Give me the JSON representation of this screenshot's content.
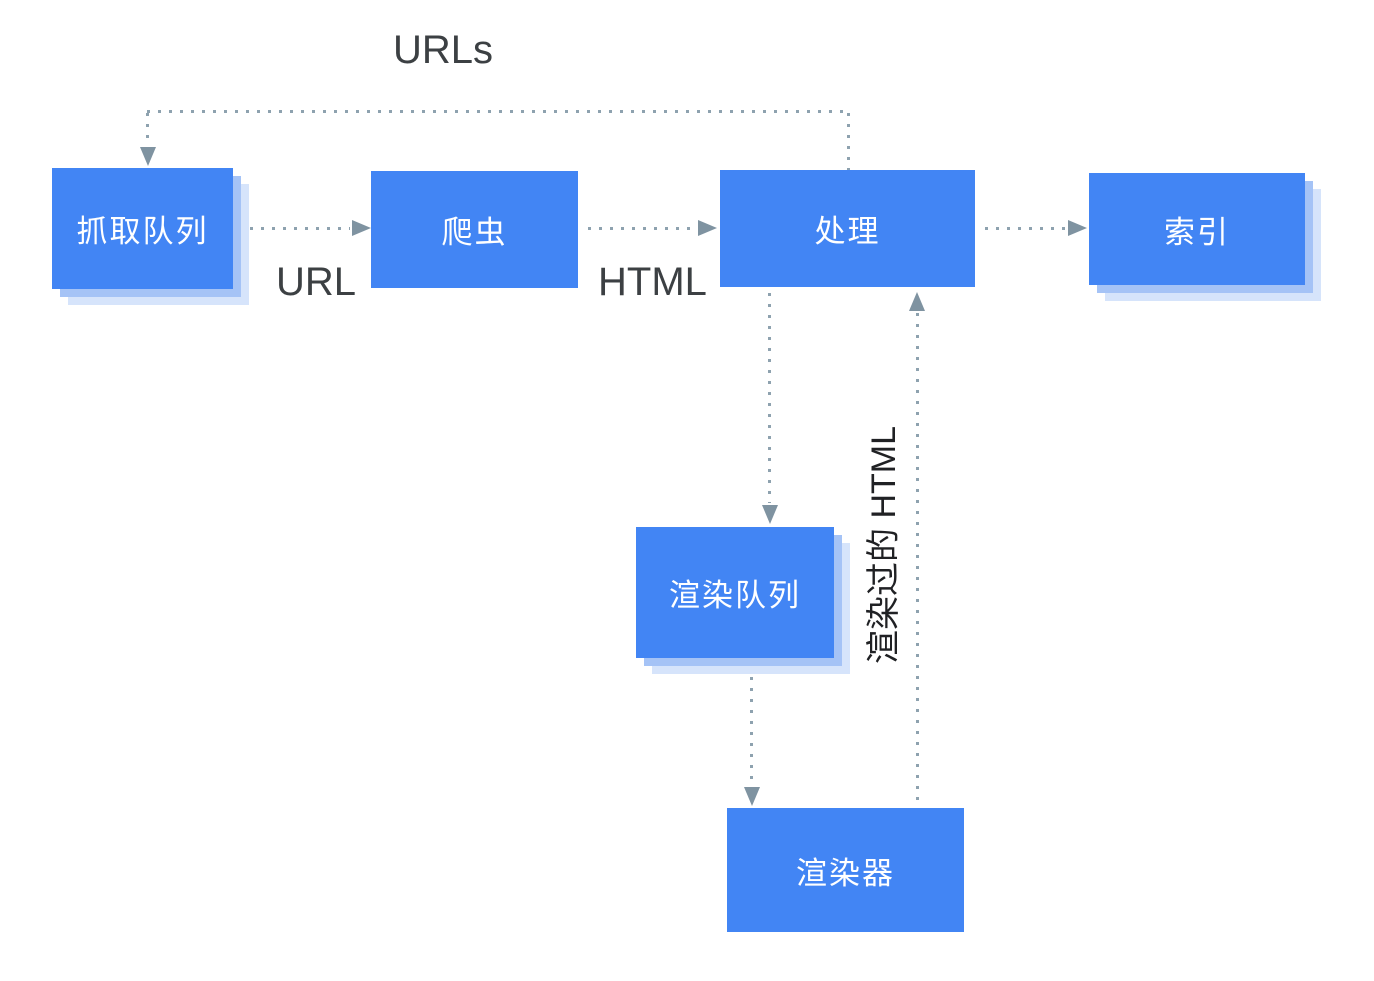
{
  "diagram": {
    "title": "crawl-render-index-pipeline",
    "nodes": {
      "crawl_queue": {
        "label": "抓取队列"
      },
      "crawler": {
        "label": "爬虫"
      },
      "processing": {
        "label": "处理"
      },
      "index": {
        "label": "索引"
      },
      "render_queue": {
        "label": "渲染队列"
      },
      "renderer": {
        "label": "渲染器"
      }
    },
    "edges": [
      {
        "from": "processing",
        "to": "crawl_queue",
        "label": "URLs"
      },
      {
        "from": "crawl_queue",
        "to": "crawler",
        "label": "URL"
      },
      {
        "from": "crawler",
        "to": "processing",
        "label": "HTML"
      },
      {
        "from": "processing",
        "to": "index",
        "label": ""
      },
      {
        "from": "processing",
        "to": "render_queue",
        "label": ""
      },
      {
        "from": "render_queue",
        "to": "renderer",
        "label": ""
      },
      {
        "from": "renderer",
        "to": "processing",
        "label": "渲染过的 HTML"
      }
    ],
    "colors": {
      "node_fill": "#4285f4",
      "node_text": "#ffffff",
      "shadow_inner": "#a5c3f6",
      "shadow_outer": "#d6e4fb",
      "connector": "#8ea2af",
      "arrowhead": "#7f93a1",
      "label_text": "#3c4043",
      "vertical_label_text": "#202124"
    }
  }
}
